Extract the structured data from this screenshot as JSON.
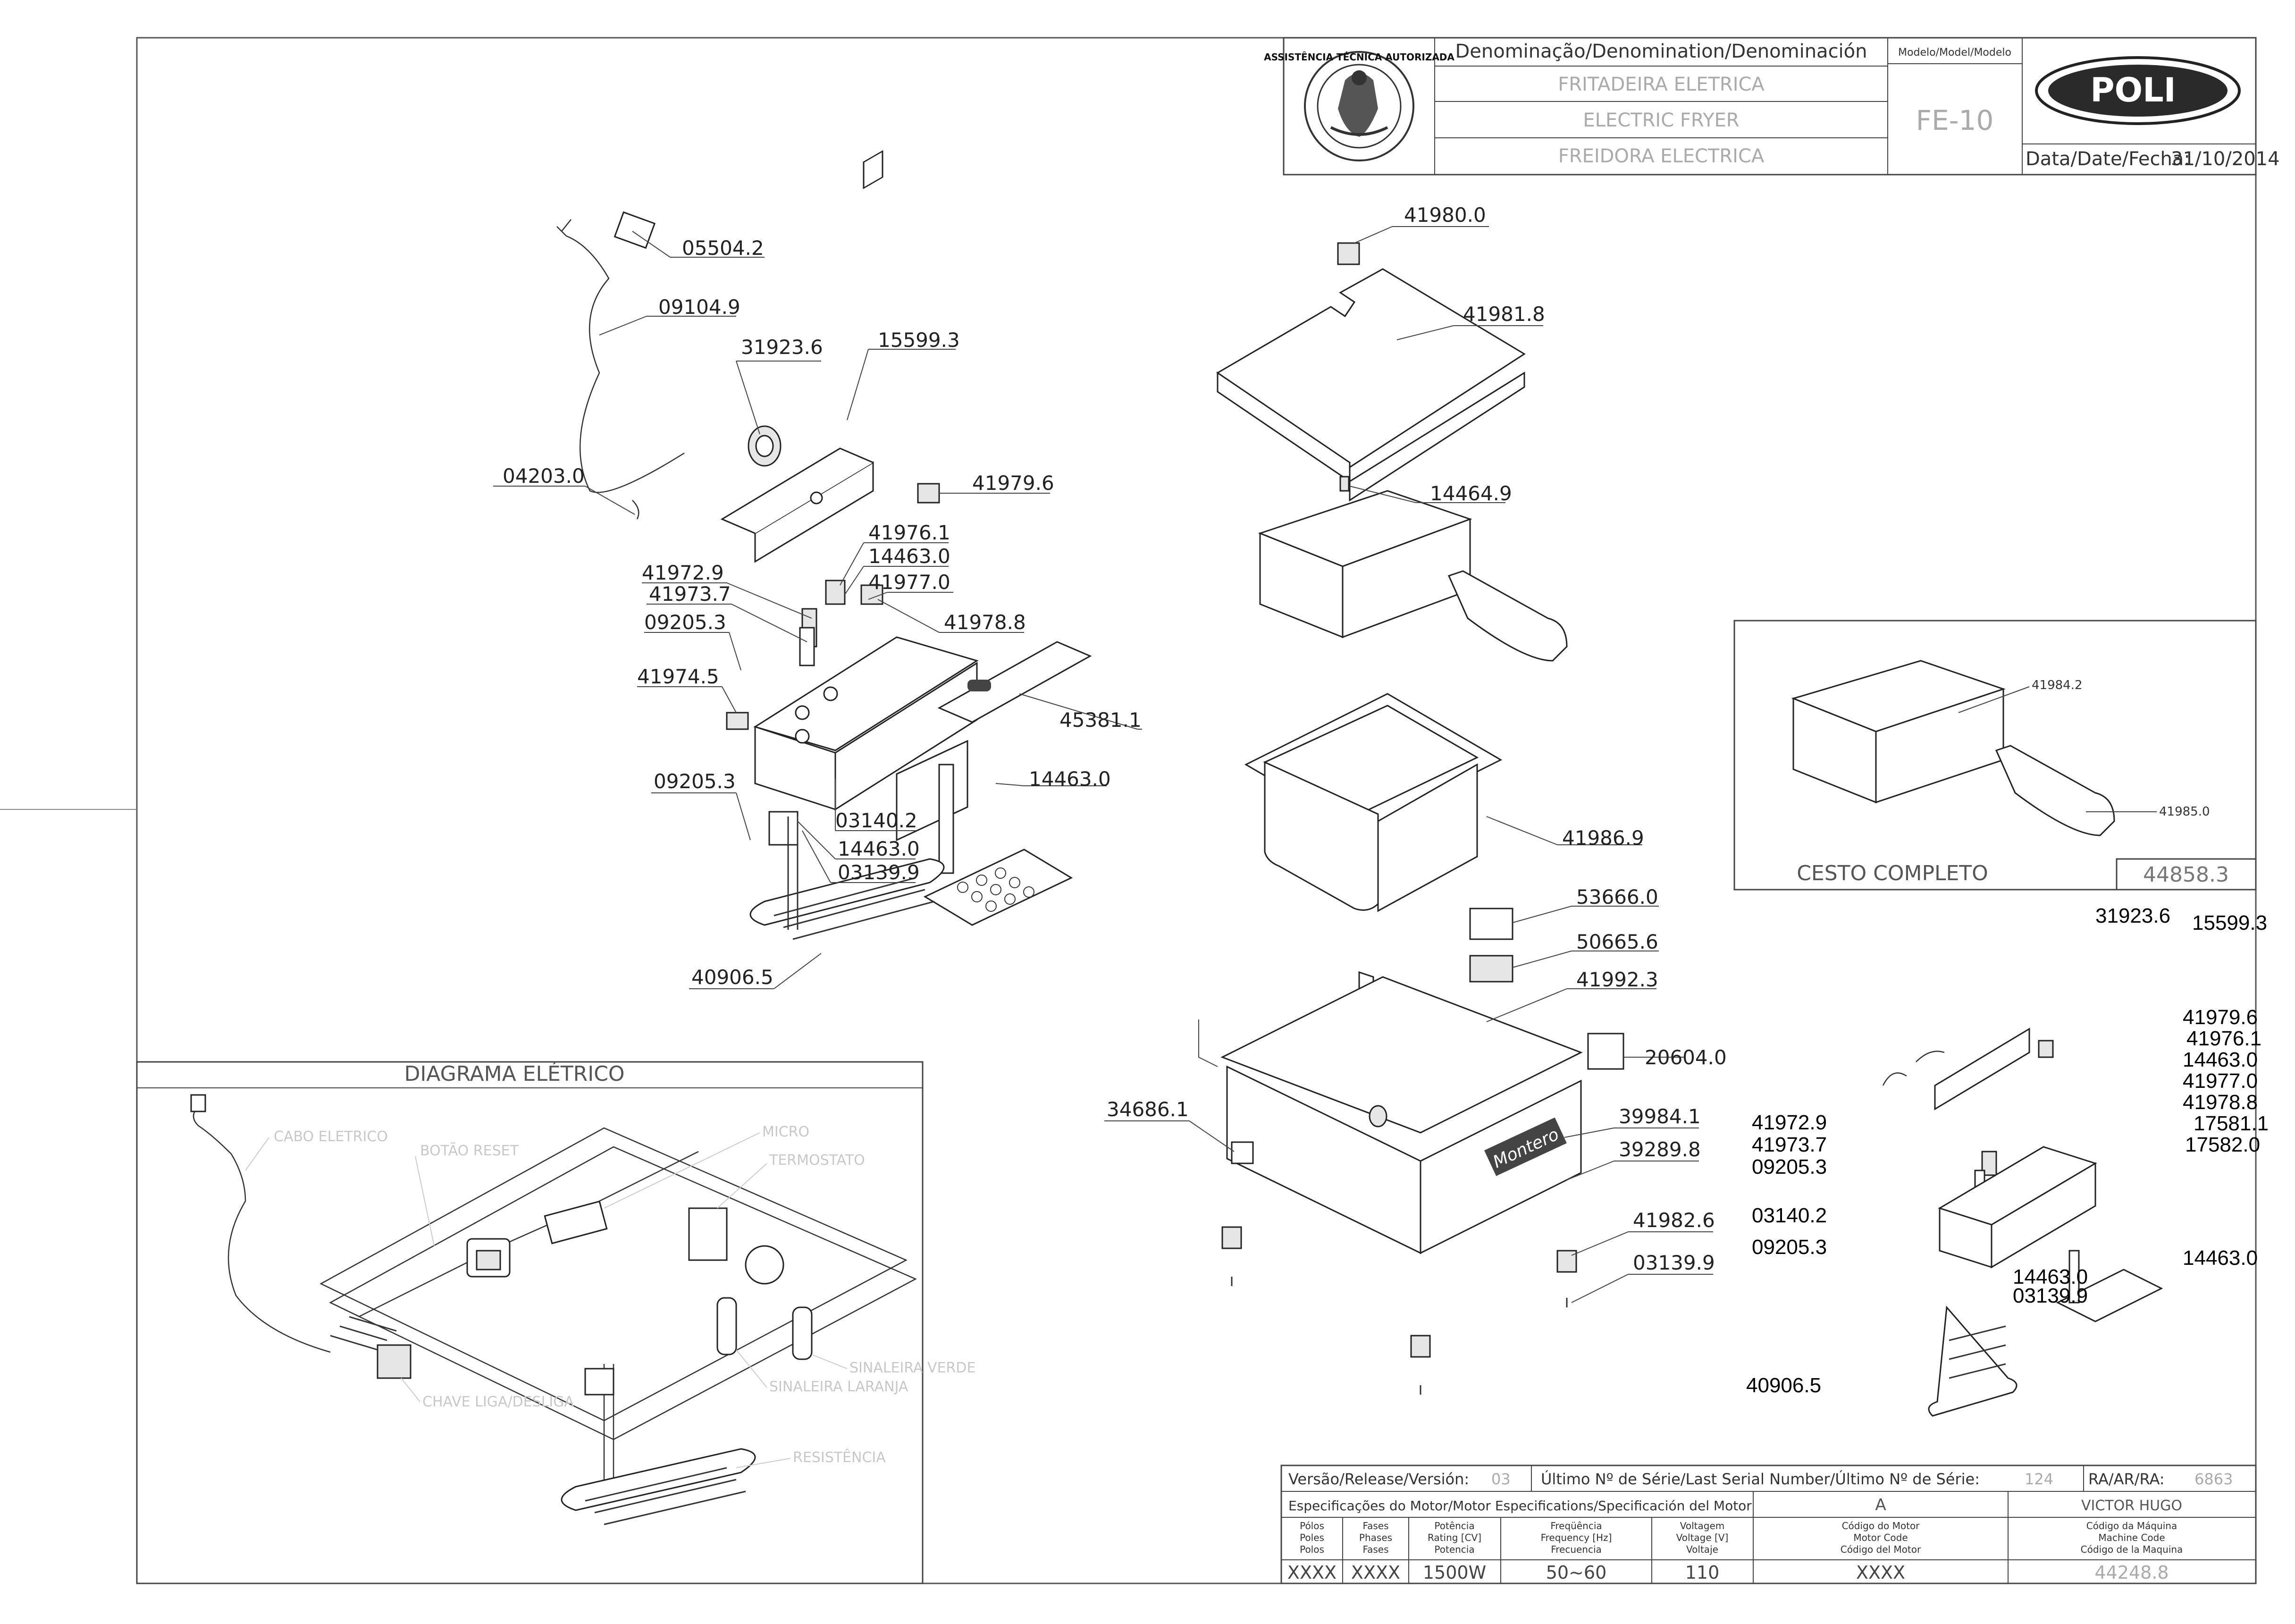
{
  "title_block": {
    "denomination_header": "Denominação/Denomination/Denominación",
    "name_pt": "FRITADEIRA ELETRICA",
    "name_en": "ELECTRIC FRYER",
    "name_es": "FREIDORA ELECTRICA",
    "model_header": "Modelo/Model/Modelo",
    "model": "FE-10",
    "brand": "POLI",
    "date_label": "Data/Date/Fecha:",
    "date": "31/10/2014",
    "seal_text": "ASSISTÊNCIA TÉCNICA AUTORIZADA"
  },
  "parts_main": [
    "05504.2",
    "09104.9",
    "31923.6",
    "15599.3",
    "04203.0",
    "41979.6",
    "41976.1",
    "14463.0",
    "41972.9",
    "41973.7",
    "41977.0",
    "09205.3",
    "41978.8",
    "41974.5",
    "45381.1",
    "09205.3",
    "14463.0",
    "03140.2",
    "14463.0",
    "03139.9",
    "40906.5"
  ],
  "parts_tank": [
    "41980.0",
    "41981.8",
    "14464.9",
    "41986.9",
    "53666.0",
    "50665.6",
    "41992.3",
    "20604.0",
    "34686.1",
    "39984.1",
    "39289.8",
    "41982.6",
    "03139.9"
  ],
  "tank_brand": "Montero",
  "basket_section": {
    "parts": [
      "41984.2",
      "41985.0"
    ],
    "title": "CESTO COMPLETO",
    "code": "44858.3"
  },
  "alt_assembly_labels": [
    "31923.6",
    "15599.3",
    "41979.6",
    "41976.1",
    "14463.0",
    "41977.0",
    "41978.8",
    "17581.1",
    "17582.0",
    "41972.9",
    "41973.7",
    "09205.3",
    "03140.2",
    "09205.3",
    "14463.0",
    "14463.0",
    "03139.9",
    "40906.5"
  ],
  "wiring": {
    "title": "DIAGRAMA ELÉTRICO",
    "labels": [
      "CABO ELETRICO",
      "BOTÃO RESET",
      "MICRO",
      "TERMOSTATO",
      "CHAVE LIGA/DESLIGA",
      "SINALEIRA LARANJA",
      "SINALEIRA VERDE",
      "RESISTÊNCIA"
    ]
  },
  "bottom_block": {
    "version_label": "Versão/Release/Versión:",
    "version": "03",
    "serial_label": "Último Nº de Série/Last Serial Number/Último Nº de Série:",
    "serial": "124",
    "ra_label": "RA/AR/RA:",
    "ra": "6863",
    "spec_label": "Especificações do Motor/Motor Especifications/Specificación del Motor",
    "revision": "A",
    "author": "VICTOR HUGO",
    "headers": [
      [
        "Pólos",
        "Poles",
        "Polos"
      ],
      [
        "Fases",
        "Phases",
        "Fases"
      ],
      [
        "Potência",
        "Rating [CV]",
        "Potencia"
      ],
      [
        "Freqüência",
        "Frequency [Hz]",
        "Frecuencia"
      ],
      [
        "Voltagem",
        "Voltage [V]",
        "Voltaje"
      ],
      [
        "Código do Motor",
        "Motor Code",
        "Código del Motor"
      ],
      [
        "Código da Máquina",
        "Machine Code",
        "Código de la Maquina"
      ]
    ],
    "values": [
      "XXXX",
      "XXXX",
      "1500W",
      "50~60",
      "110",
      "XXXX",
      "44248.8"
    ]
  },
  "colors": {
    "line": "#333333",
    "faint": "#aaaaaa"
  }
}
